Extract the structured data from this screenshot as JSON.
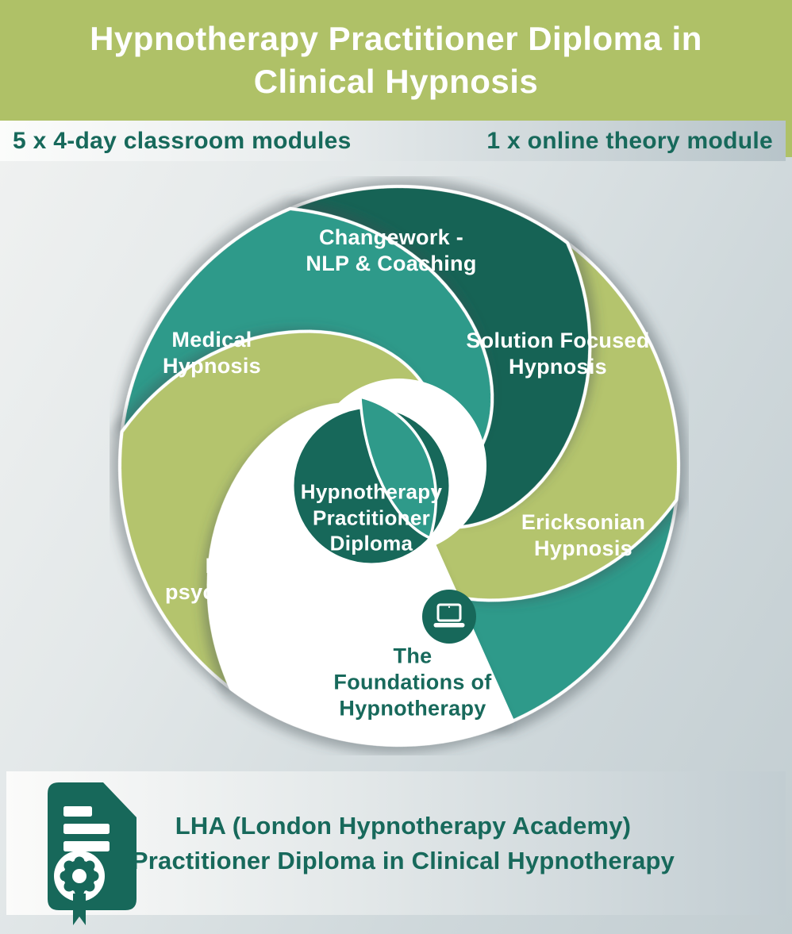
{
  "banner": {
    "title": "Hypnotherapy Practitioner Diploma in\nClinical Hypnosis",
    "bg_color": "#afc167",
    "text_color": "#ffffff"
  },
  "modules_bar": {
    "left_label": "5 x 4-day classroom modules",
    "right_label": "1 x online theory module",
    "text_color": "#17695b"
  },
  "wheel": {
    "center_label": "Hypnotherapy\nPractitioner\nDiploma",
    "center_color": "#17685a",
    "segments": [
      {
        "label": "Changework -\nNLP & Coaching",
        "color": "#166354",
        "text_color": "#ffffff"
      },
      {
        "label": "Solution Focused\nHypnosis",
        "color": "#b4c46d",
        "text_color": "#ffffff"
      },
      {
        "label": "Ericksonian\nHypnosis",
        "color": "#2f9a8a",
        "text_color": "#ffffff"
      },
      {
        "label": "The\nFoundations of\nHypnotherapy",
        "color": "#ffffff",
        "text_color": "#17695b"
      },
      {
        "label": "Hypno-\npsychotherapy",
        "color": "#b4c46d",
        "text_color": "#ffffff"
      },
      {
        "label": "Medical\nHypnosis",
        "color": "#2f9a8a",
        "text_color": "#ffffff"
      }
    ],
    "petal_teal": "#2f9a8a",
    "hub_white": "#ffffff",
    "laptop_badge_color": "#17685a",
    "laptop_glyph_color": "#ffffff"
  },
  "footer": {
    "line1": "LHA (London Hypnotherapy Academy)",
    "line2": "Practitioner Diploma in Clinical Hypnotherapy",
    "text_color": "#17695b",
    "icon_color": "#17685a"
  },
  "colors": {
    "dark_teal": "#166354",
    "teal": "#2f9a8a",
    "olive": "#b4c46d",
    "background_top": "#f2f3f2",
    "background_bottom": "#c2cdd1"
  }
}
